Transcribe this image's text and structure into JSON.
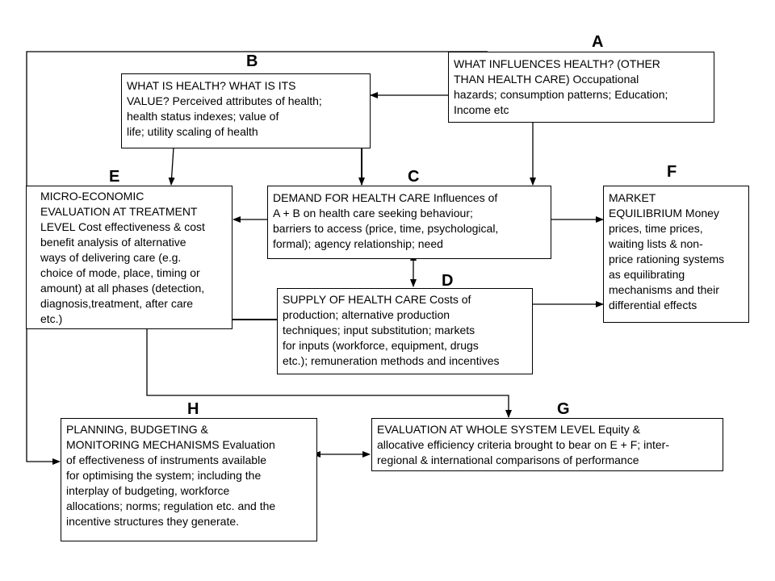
{
  "boxes": {
    "A": {
      "letter": "A",
      "text": "WHAT INFLUENCES HEALTH? (OTHER\nTHAN HEALTH CARE) Occupational\nhazards; consumption patterns; Education;\nIncome etc"
    },
    "B": {
      "letter": "B",
      "text": "WHAT IS HEALTH? WHAT IS ITS\nVALUE?  Perceived attributes of health;\nhealth status indexes; value of\nlife; utility scaling of health"
    },
    "C": {
      "letter": "C",
      "text": "DEMAND FOR HEALTH CARE Influences of\nA + B on health care seeking behaviour;\nbarriers to  access (price, time, psychological,\nformal); agency relationship; need"
    },
    "D": {
      "letter": "D",
      "text": "SUPPLY OF HEALTH CARE Costs of\nproduction; alternative production\ntechniques; input substitution; markets\nfor inputs (workforce, equipment, drugs\netc.); remuneration methods and incentives"
    },
    "E": {
      "letter": "E",
      "text": "MICRO-ECONOMIC\nEVALUATION AT TREATMENT\nLEVEL Cost effectiveness & cost\nbenefit analysis of alternative\nways of delivering care (e.g.\nchoice of mode, place, timing or\namount) at all phases (detection,\ndiagnosis,treatment, after care\netc.)"
    },
    "F": {
      "letter": "F",
      "text": "MARKET\nEQUILIBRIUM Money\nprices, time prices,\nwaiting lists & non-\nprice rationing systems\nas equilibrating\nmechanisms and their\ndifferential effects"
    },
    "G": {
      "letter": "G",
      "text": "EVALUATION AT WHOLE SYSTEM LEVEL Equity &\nallocative efficiency criteria brought to bear on E + F; inter-\nregional & international comparisons of performance"
    },
    "H": {
      "letter": "H",
      "text": "PLANNING, BUDGETING &\nMONITORING MECHANISMS Evaluation\nof effectiveness of instruments available\nfor optimising the system; including the\ninterplay of budgeting, workforce\nallocations; norms; regulation etc. and the\nincentive structures they generate."
    }
  }
}
